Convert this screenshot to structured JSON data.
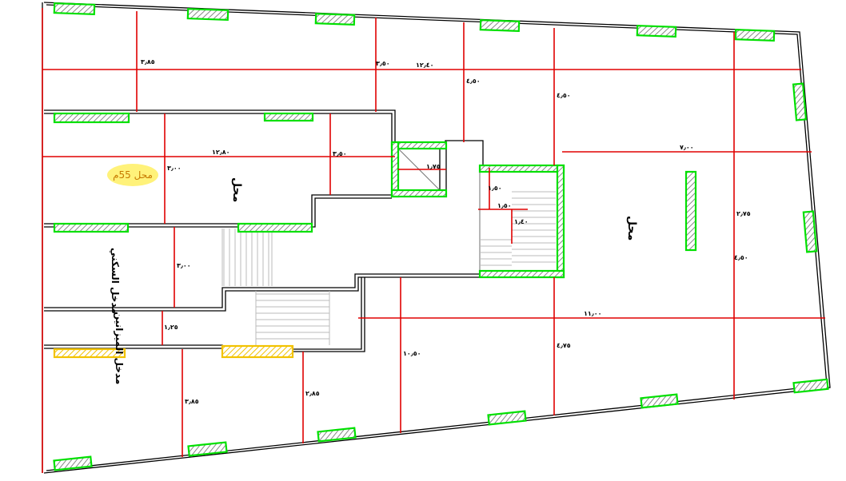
{
  "rooms": {
    "shop_left": "محل",
    "shop_right": "محل",
    "residential_entrance": "مدخل السكني",
    "mezzanine_entrance": "مدخل الميزانين"
  },
  "note": {
    "text": "محل 55م",
    "highlight_color": "#fff27a"
  },
  "dimensions": {
    "d1": "٣٫٨٥",
    "d2": "١٢٫٤٠",
    "d3": "٣٫٥٠",
    "d4": "٤٫٥٠",
    "d5": "٤٫٥٠",
    "d6": "١٢٫٨٠",
    "d7": "٣٫٥٠",
    "d8": "٣٫٠٠",
    "d9": "٧٫٠٠",
    "d10": "٢٫٧٥",
    "d11": "١٫٧٥",
    "d12": "١٫٥٠",
    "d13": "١٫٥٠",
    "d14": "١٫٤٠",
    "d15": "١١٫٠٠",
    "d16": "١٠٫٥٠",
    "d17": "٣٫٠٠",
    "d18": "١٫٢٥",
    "d19": "٣٫٨٥",
    "d20": "٢٫٨٥",
    "d21": "٤٫٧٥",
    "d22": "٤٫٥٠"
  },
  "colors": {
    "dimension": "#e00000",
    "window": "#00e000",
    "door": "#f2c200",
    "wall": "#000000"
  }
}
